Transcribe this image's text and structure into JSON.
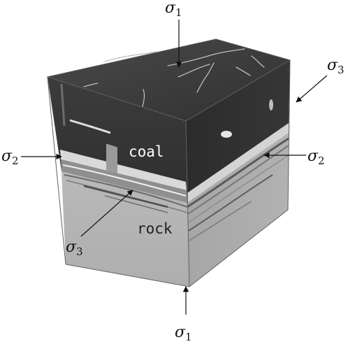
{
  "materials": {
    "coal": "coal",
    "rock": "rock"
  },
  "stress_labels": {
    "sigma1_top": {
      "symbol": "σ",
      "sub": "1"
    },
    "sigma1_bottom": {
      "symbol": "σ",
      "sub": "1"
    },
    "sigma2_left": {
      "symbol": "σ",
      "sub": "2"
    },
    "sigma2_right": {
      "symbol": "σ",
      "sub": "2"
    },
    "sigma3_top_right": {
      "symbol": "σ",
      "sub": "3"
    },
    "sigma3_bottom_left": {
      "symbol": "σ",
      "sub": "3"
    }
  },
  "colors": {
    "coal_top": "#3a3a3a",
    "coal_side": "#2e2e2e",
    "rock": "#b4b4b4",
    "crack": "#cfcfcf"
  }
}
